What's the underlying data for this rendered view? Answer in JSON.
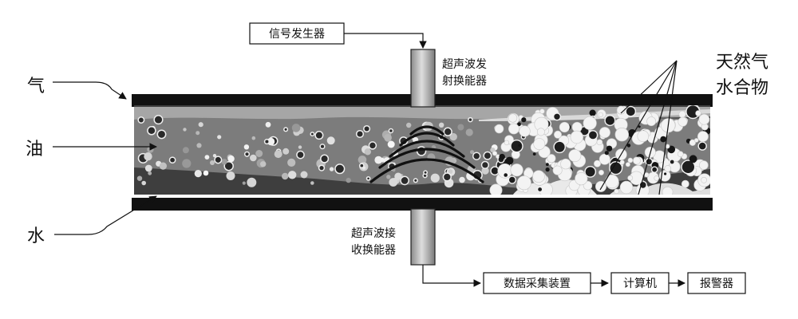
{
  "labels": {
    "gas": "气",
    "oil": "油",
    "water": "水",
    "hydrate_line1": "天然气",
    "hydrate_line2": "水合物",
    "transmitter_line1": "超声波发",
    "transmitter_line2": "射换能器",
    "receiver_line1": "超声波接",
    "receiver_line2": "收换能器"
  },
  "boxes": {
    "signal_generator": "信号发生器",
    "data_acquisition": "数据采集装置",
    "computer": "计算机",
    "alarm": "报警器"
  },
  "colors": {
    "pipe_wall": "#111111",
    "gas_layer": "#a6a6a6",
    "oil_layer": "#7c7c7c",
    "water_layer": "#3e3e3e",
    "hydrate": "#e9e9e9",
    "transducer": "#bfbfbf"
  }
}
